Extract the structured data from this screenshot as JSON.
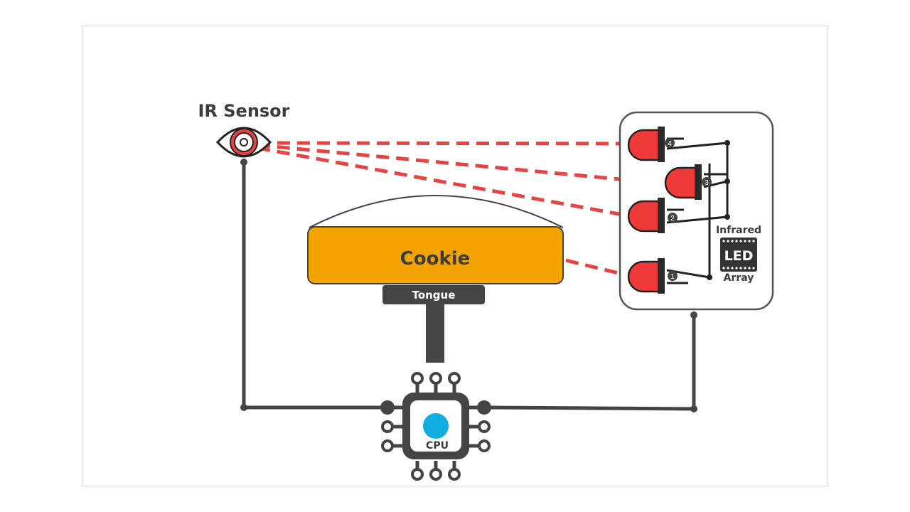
{
  "labels": {
    "ir_sensor": "IR Sensor",
    "cookie": "Cookie",
    "tongue": "Tongue",
    "cpu": "CPU",
    "infrared": "Infrared",
    "led": "LED",
    "array": "Array"
  },
  "leds": [
    {
      "number": "4"
    },
    {
      "number": "3"
    },
    {
      "number": "2"
    },
    {
      "number": "1"
    }
  ],
  "colors": {
    "frame": "#d9d9d9",
    "wire": "#444444",
    "beam": "#e84343",
    "led_red": "#f03a3a",
    "cookie_fill": "#f5a300",
    "cpu_dot": "#10aee0",
    "tongue": "#444444"
  }
}
